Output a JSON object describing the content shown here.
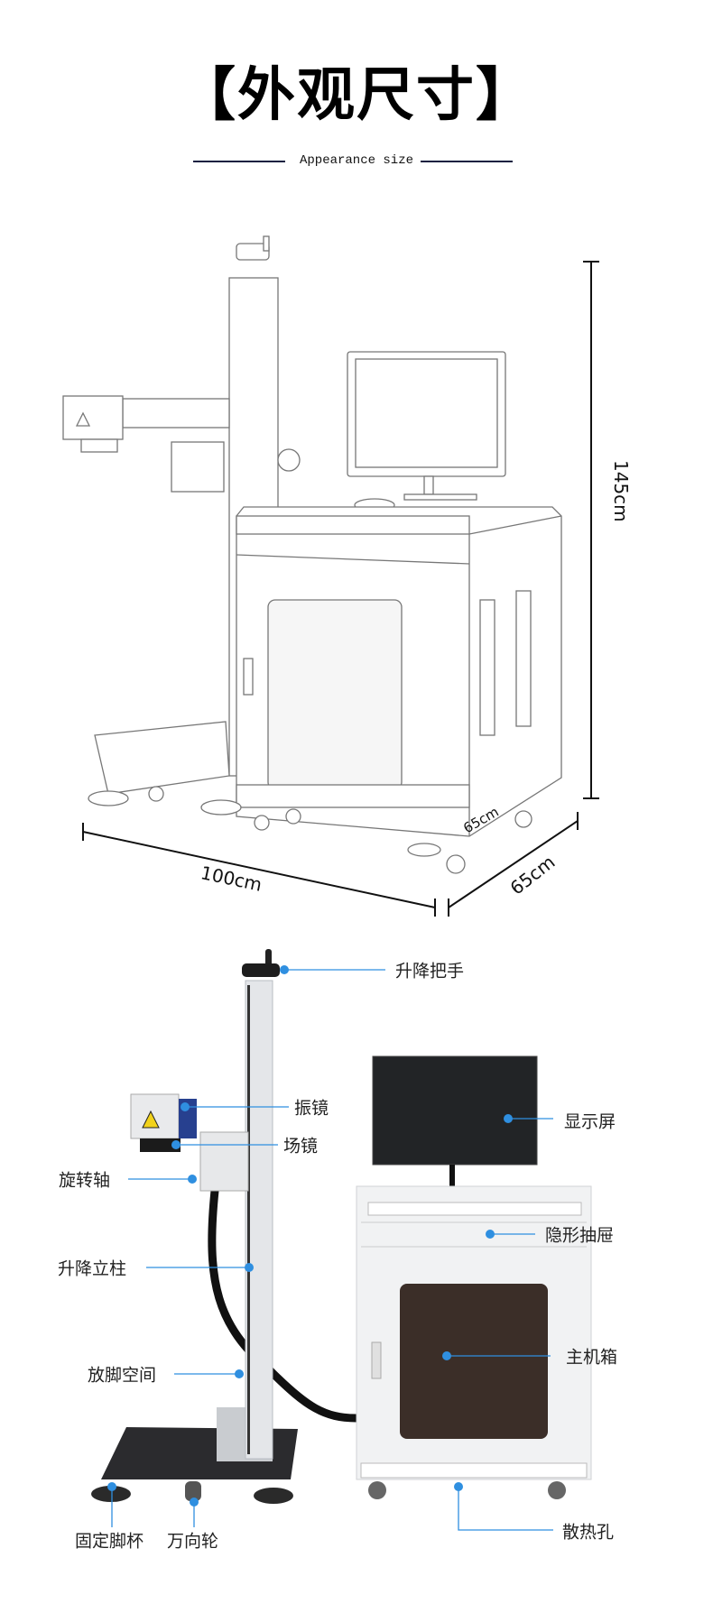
{
  "header": {
    "title": "【外观尺寸】",
    "subtitle": "Appearance size"
  },
  "dimensions": {
    "height": "145cm",
    "width": "100cm",
    "depth": "65cm",
    "depth_inner": "65cm"
  },
  "parts": {
    "lift_handle": "升降把手",
    "galvo": "振镜",
    "field_lens": "场镜",
    "rotary_axis": "旋转轴",
    "lift_column": "升降立柱",
    "foot_space": "放脚空间",
    "fixed_foot_cup": "固定脚杯",
    "caster": "万向轮",
    "monitor": "显示屏",
    "hidden_drawer": "隐形抽屉",
    "main_cabinet": "主机箱",
    "vent_holes": "散热孔"
  },
  "colors": {
    "callout": "#2f8fe0",
    "rule": "#132040"
  }
}
